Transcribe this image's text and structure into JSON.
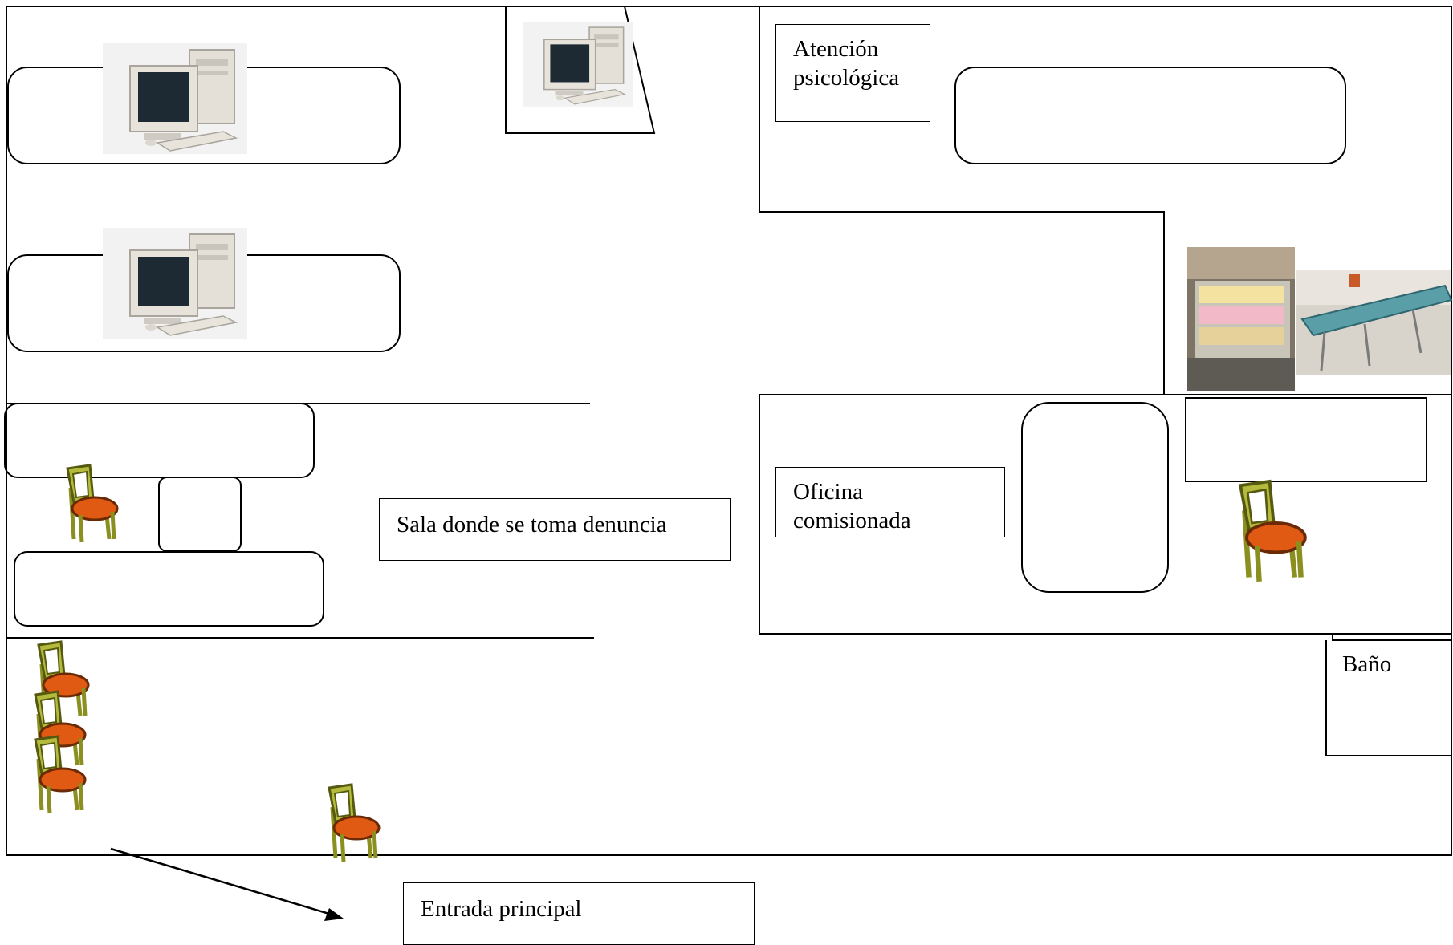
{
  "labels": {
    "psych": [
      "Atención",
      "psicológica"
    ],
    "sala": "Sala donde se toma denuncia",
    "oficina": [
      "Oficina",
      "comisionada"
    ],
    "bano": "Baño",
    "entrada": "Entrada principal"
  },
  "icons": {
    "computer": "desktop-computer-icon",
    "chair": "chair-icon",
    "cabinet": "file-cabinet-photo",
    "bed": "examination-bed-photo"
  },
  "colors": {
    "wall": "#000000",
    "chair_seat": "#e05a14",
    "chair_frame": "#9aa02a",
    "computer_body": "#e6e2da",
    "screen": "#1d2a33"
  }
}
